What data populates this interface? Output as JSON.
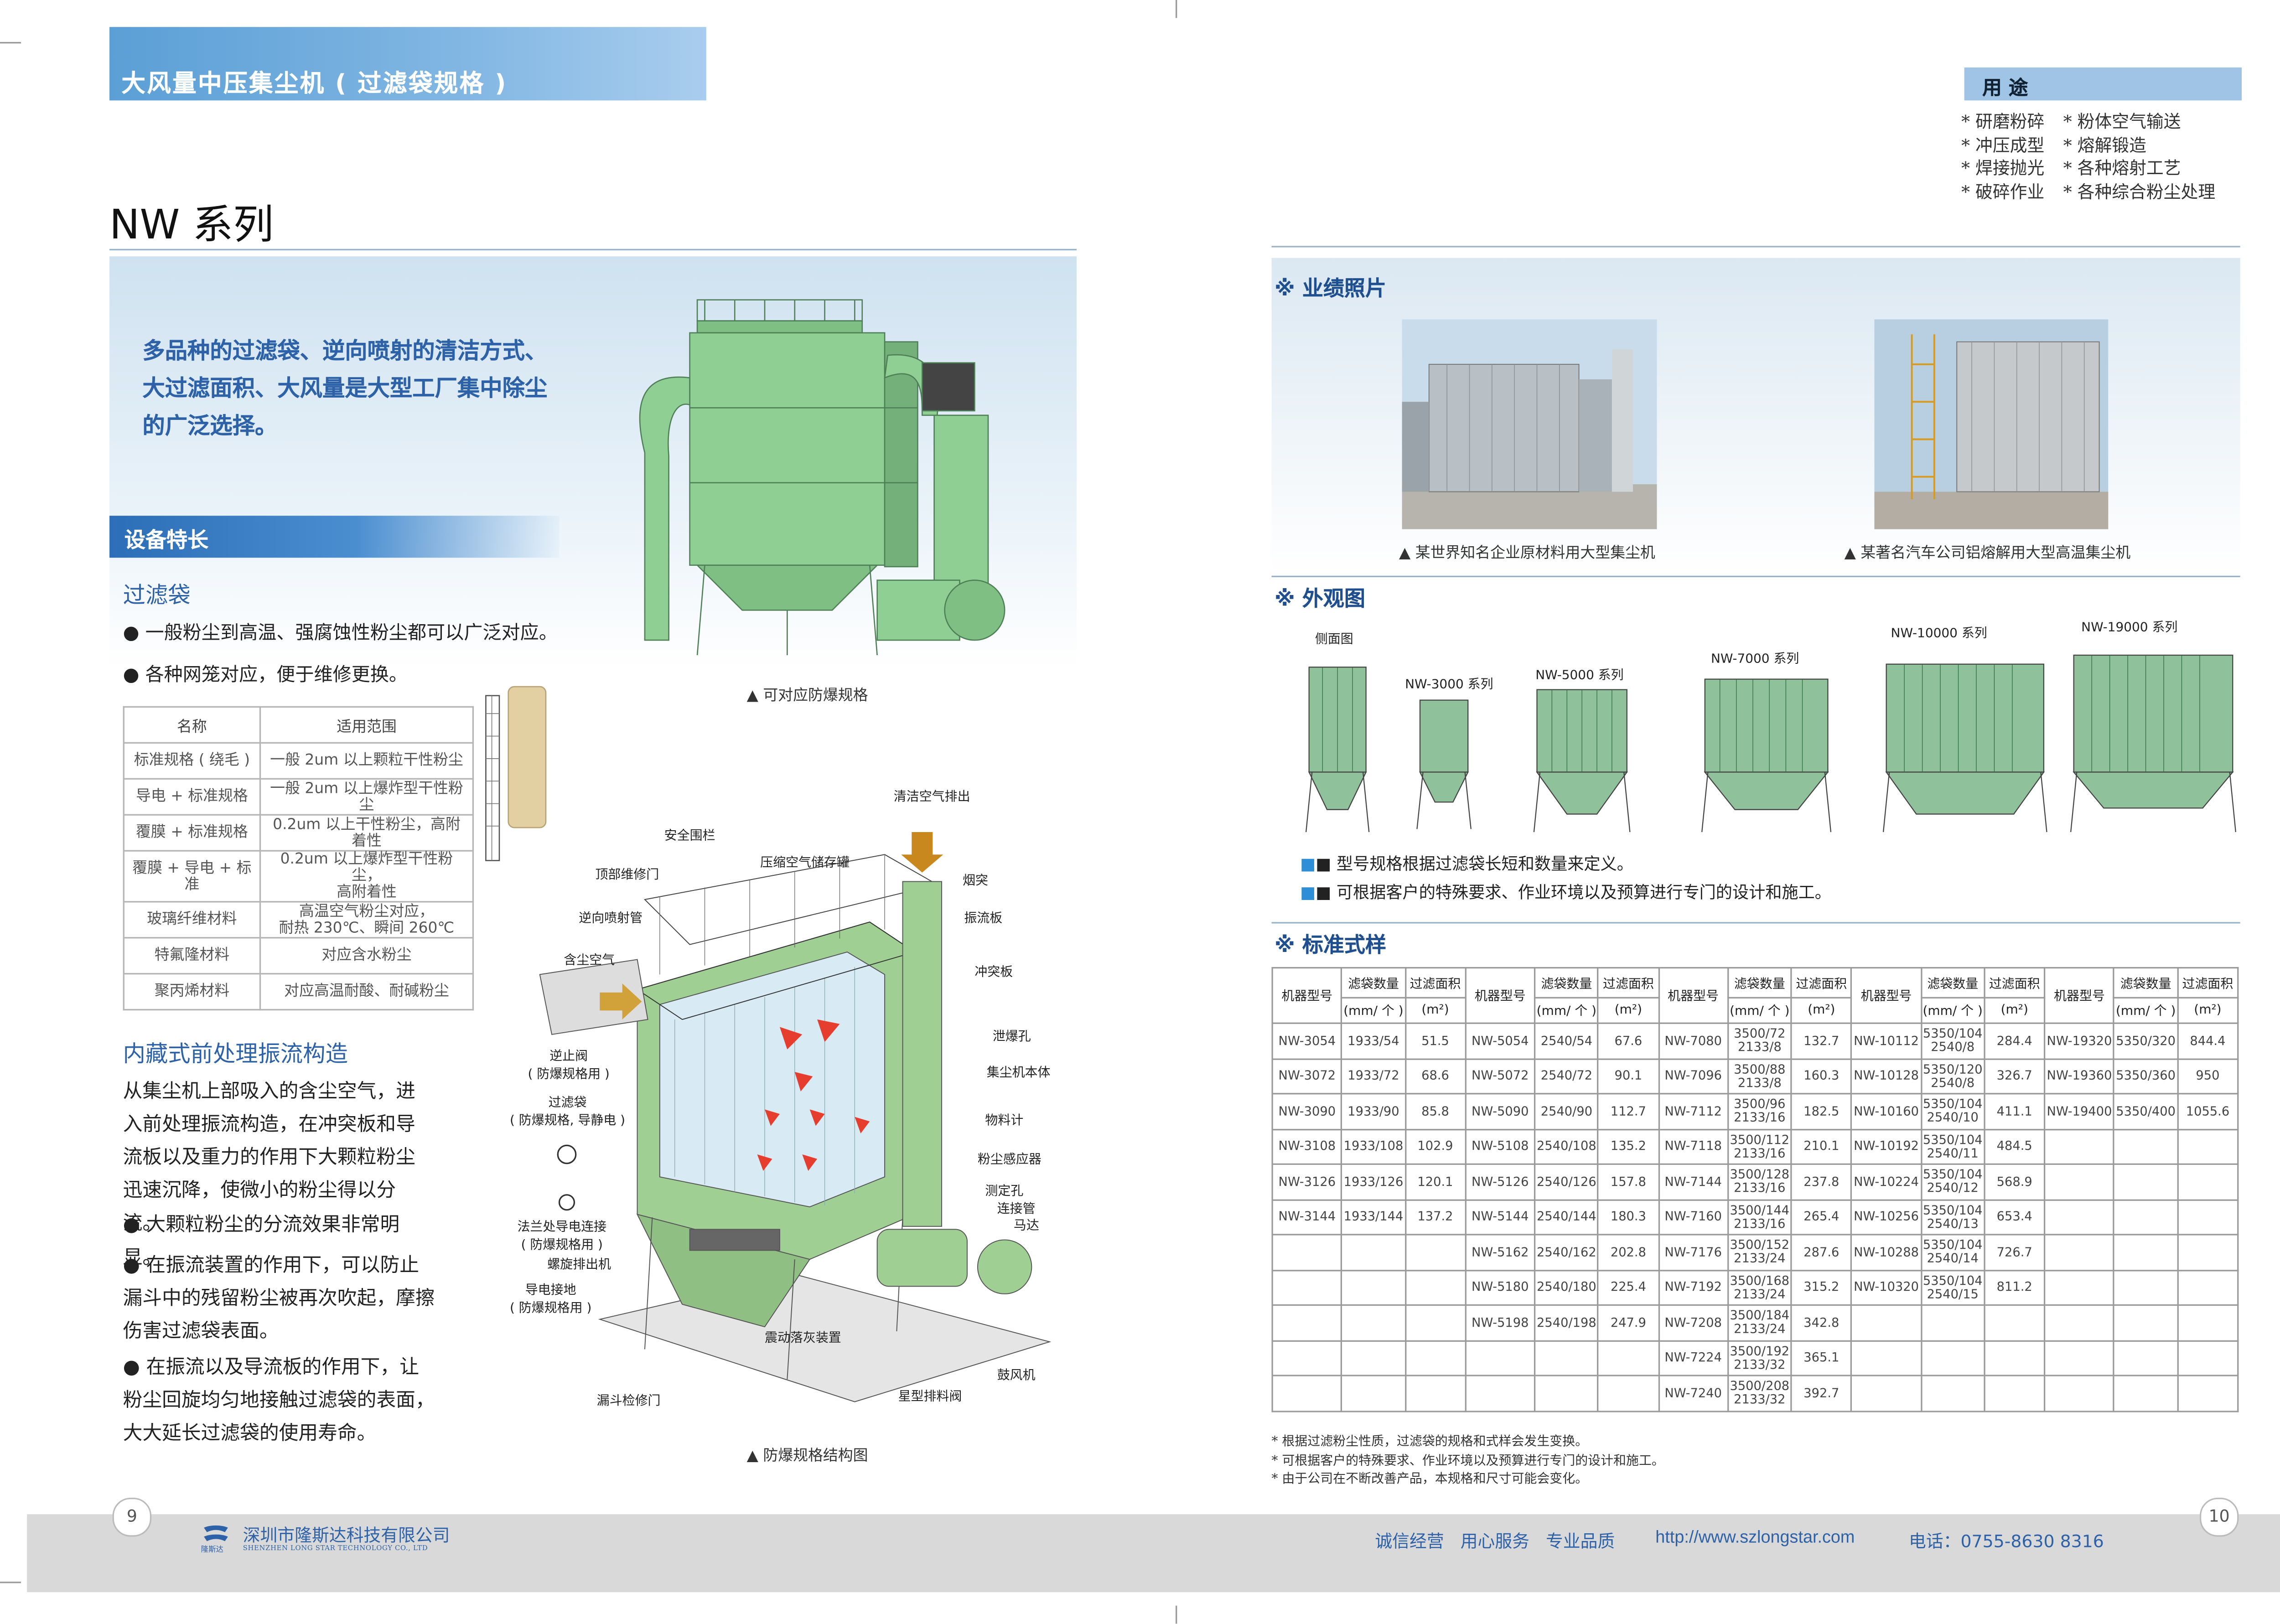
{
  "header": {
    "title": "大风量中压集尘机 ( 过滤袋规格 )"
  },
  "series_title": "NW 系列",
  "intro": "多品种的过滤袋、逆向喷射的清洁方式、大过滤面积、大风量是大型工厂集中除尘的广泛选择。",
  "machine_caption": "▲ 可对应防爆规格",
  "features": {
    "heading": "设备特长",
    "filter_bag": {
      "title": "过滤袋",
      "bullets": [
        "● 一般粉尘到高温、强腐蚀性粉尘都可以广泛对应。",
        "● 各种网笼对应，便于维修更换。"
      ],
      "table": {
        "headers": [
          "名称",
          "适用范围"
        ],
        "rows": [
          [
            "标准规格 ( 绕毛 )",
            "一般 2um 以上颗粒干性粉尘"
          ],
          [
            "导电 + 标准规格",
            "一般 2um 以上爆炸型干性粉尘"
          ],
          [
            "覆膜 + 标准规格",
            "0.2um 以上干性粉尘，高附着性"
          ],
          [
            "覆膜 + 导电 + 标准",
            "0.2um 以上爆炸型干性粉尘，\n高附着性"
          ],
          [
            "玻璃纤维材料",
            "高温空气粉尘对应，\n耐热 230℃、瞬间 260℃"
          ],
          [
            "特氟隆材料",
            "对应含水粉尘"
          ],
          [
            "聚丙烯材料",
            "对应高温耐酸、耐碱粉尘"
          ]
        ]
      }
    },
    "flow": {
      "title": "内藏式前处理振流构造",
      "para": "从集尘机上部吸入的含尘空气，进入前处理振流构造，在冲突板和导流板以及重力的作用下大颗粒粉尘迅速沉降，使微小的粉尘得以分流。",
      "bullets": [
        "● 大颗粒粉尘的分流效果非常明显。",
        "● 在振流装置的作用下，可以防止漏斗中的残留粉尘被再次吹起，摩擦伤害过滤袋表面。",
        "● 在振流以及导流板的作用下，让粉尘回旋均匀地接触过滤袋的表面，大大延长过滤袋的使用寿命。"
      ]
    }
  },
  "diagram": {
    "caption": "▲ 防爆规格结构图",
    "labels": {
      "clean_out": "清洁空气排出",
      "rail": "安全围栏",
      "tank": "压缩空气储存罐",
      "chimney": "烟突",
      "top_door": "顶部维修门",
      "nozzle": "逆向喷射管",
      "baffle": "振流板",
      "inlet": "含尘空气",
      "impact": "冲突板",
      "check": "逆止阀\n( 防爆规格用 )",
      "vent": "泄爆孔",
      "bag": "过滤袋\n( 防爆规格, 导静电 )",
      "body": "集尘机本体",
      "level": "物料计",
      "sensor": "粉尘感应器",
      "flange": "法兰处导电连接\n( 防爆规格用 )",
      "port": "测定孔",
      "pipe": "连接管",
      "motor": "马达",
      "screw": "螺旋排出机",
      "ground": "导电接地\n( 防爆规格用 )",
      "shaker": "震动落灰装置",
      "fan": "鼓风机",
      "hopper_door": "漏斗检修门",
      "valve": "星型排料阀"
    }
  },
  "usage": {
    "title": "用 途",
    "items": [
      "* 研磨粉碎",
      "* 粉体空气输送",
      "* 冲压成型",
      "* 熔解锻造",
      "* 焊接抛光",
      "* 各种熔射工艺",
      "* 破碎作业",
      "* 各种综合粉尘处理"
    ]
  },
  "photos": {
    "heading": "※ 业绩照片",
    "captions": [
      "▲  某世界知名企业原材料用大型集尘机",
      "▲  某著名汽车公司铝熔解用大型高温集尘机"
    ]
  },
  "appearance": {
    "heading": "※ 外观图",
    "models": [
      "侧面图",
      "NW-3000 系列",
      "NW-5000 系列",
      "NW-7000 系列",
      "NW-10000 系列",
      "NW-19000 系列"
    ],
    "notes": [
      "■  型号规格根据过滤袋长短和数量来定义。",
      "■  可根据客户的特殊要求、作业环境以及预算进行专门的设计和施工。"
    ]
  },
  "standard": {
    "heading": "※ 标准式样",
    "head": {
      "model": "机器型号",
      "bags": "滤袋数量",
      "area": "过滤面积",
      "bags_unit": "(mm/ 个 )",
      "area_unit": "(m²)"
    },
    "groups": [
      {
        "rows": [
          [
            "NW-3054",
            "1933/54",
            "51.5"
          ],
          [
            "NW-3072",
            "1933/72",
            "68.6"
          ],
          [
            "NW-3090",
            "1933/90",
            "85.8"
          ],
          [
            "NW-3108",
            "1933/108",
            "102.9"
          ],
          [
            "NW-3126",
            "1933/126",
            "120.1"
          ],
          [
            "NW-3144",
            "1933/144",
            "137.2"
          ]
        ]
      },
      {
        "rows": [
          [
            "NW-5054",
            "2540/54",
            "67.6"
          ],
          [
            "NW-5072",
            "2540/72",
            "90.1"
          ],
          [
            "NW-5090",
            "2540/90",
            "112.7"
          ],
          [
            "NW-5108",
            "2540/108",
            "135.2"
          ],
          [
            "NW-5126",
            "2540/126",
            "157.8"
          ],
          [
            "NW-5144",
            "2540/144",
            "180.3"
          ],
          [
            "NW-5162",
            "2540/162",
            "202.8"
          ],
          [
            "NW-5180",
            "2540/180",
            "225.4"
          ],
          [
            "NW-5198",
            "2540/198",
            "247.9"
          ]
        ]
      },
      {
        "rows": [
          [
            "NW-7080",
            "3500/72\n2133/8",
            "132.7"
          ],
          [
            "NW-7096",
            "3500/88\n2133/8",
            "160.3"
          ],
          [
            "NW-7112",
            "3500/96\n2133/16",
            "182.5"
          ],
          [
            "NW-7118",
            "3500/112\n2133/16",
            "210.1"
          ],
          [
            "NW-7144",
            "3500/128\n2133/16",
            "237.8"
          ],
          [
            "NW-7160",
            "3500/144\n2133/16",
            "265.4"
          ],
          [
            "NW-7176",
            "3500/152\n2133/24",
            "287.6"
          ],
          [
            "NW-7192",
            "3500/168\n2133/24",
            "315.2"
          ],
          [
            "NW-7208",
            "3500/184\n2133/24",
            "342.8"
          ],
          [
            "NW-7224",
            "3500/192\n2133/32",
            "365.1"
          ],
          [
            "NW-7240",
            "3500/208\n2133/32",
            "392.7"
          ]
        ]
      },
      {
        "rows": [
          [
            "NW-10112",
            "5350/104\n2540/8",
            "284.4"
          ],
          [
            "NW-10128",
            "5350/120\n2540/8",
            "326.7"
          ],
          [
            "NW-10160",
            "5350/104\n2540/10",
            "411.1"
          ],
          [
            "NW-10192",
            "5350/104\n2540/11",
            "484.5"
          ],
          [
            "NW-10224",
            "5350/104\n2540/12",
            "568.9"
          ],
          [
            "NW-10256",
            "5350/104\n2540/13",
            "653.4"
          ],
          [
            "NW-10288",
            "5350/104\n2540/14",
            "726.7"
          ],
          [
            "NW-10320",
            "5350/104\n2540/15",
            "811.2"
          ]
        ]
      },
      {
        "rows": [
          [
            "NW-19320",
            "5350/320",
            "844.4"
          ],
          [
            "NW-19360",
            "5350/360",
            "950"
          ],
          [
            "NW-19400",
            "5350/400",
            "1055.6"
          ]
        ]
      }
    ],
    "notes": [
      "* 根据过滤粉尘性质，过滤袋的规格和式样会发生变换。",
      "* 可根据客户的特殊要求、作业环境以及预算进行专门的设计和施工。",
      "* 由于公司在不断改善产品，本规格和尺寸可能会变化。"
    ]
  },
  "footer": {
    "page_left": "9",
    "page_right": "10",
    "company_cn": "深圳市隆斯达科技有限公司",
    "company_en": "SHENZHEN LONG STAR TECHNOLOGY CO., LTD",
    "logo_text": "隆斯达",
    "slogan": "诚信经营   用心服务   专业品质",
    "url": "http://www.szlongstar.com",
    "phone": "电话：0755-8630 8316"
  }
}
